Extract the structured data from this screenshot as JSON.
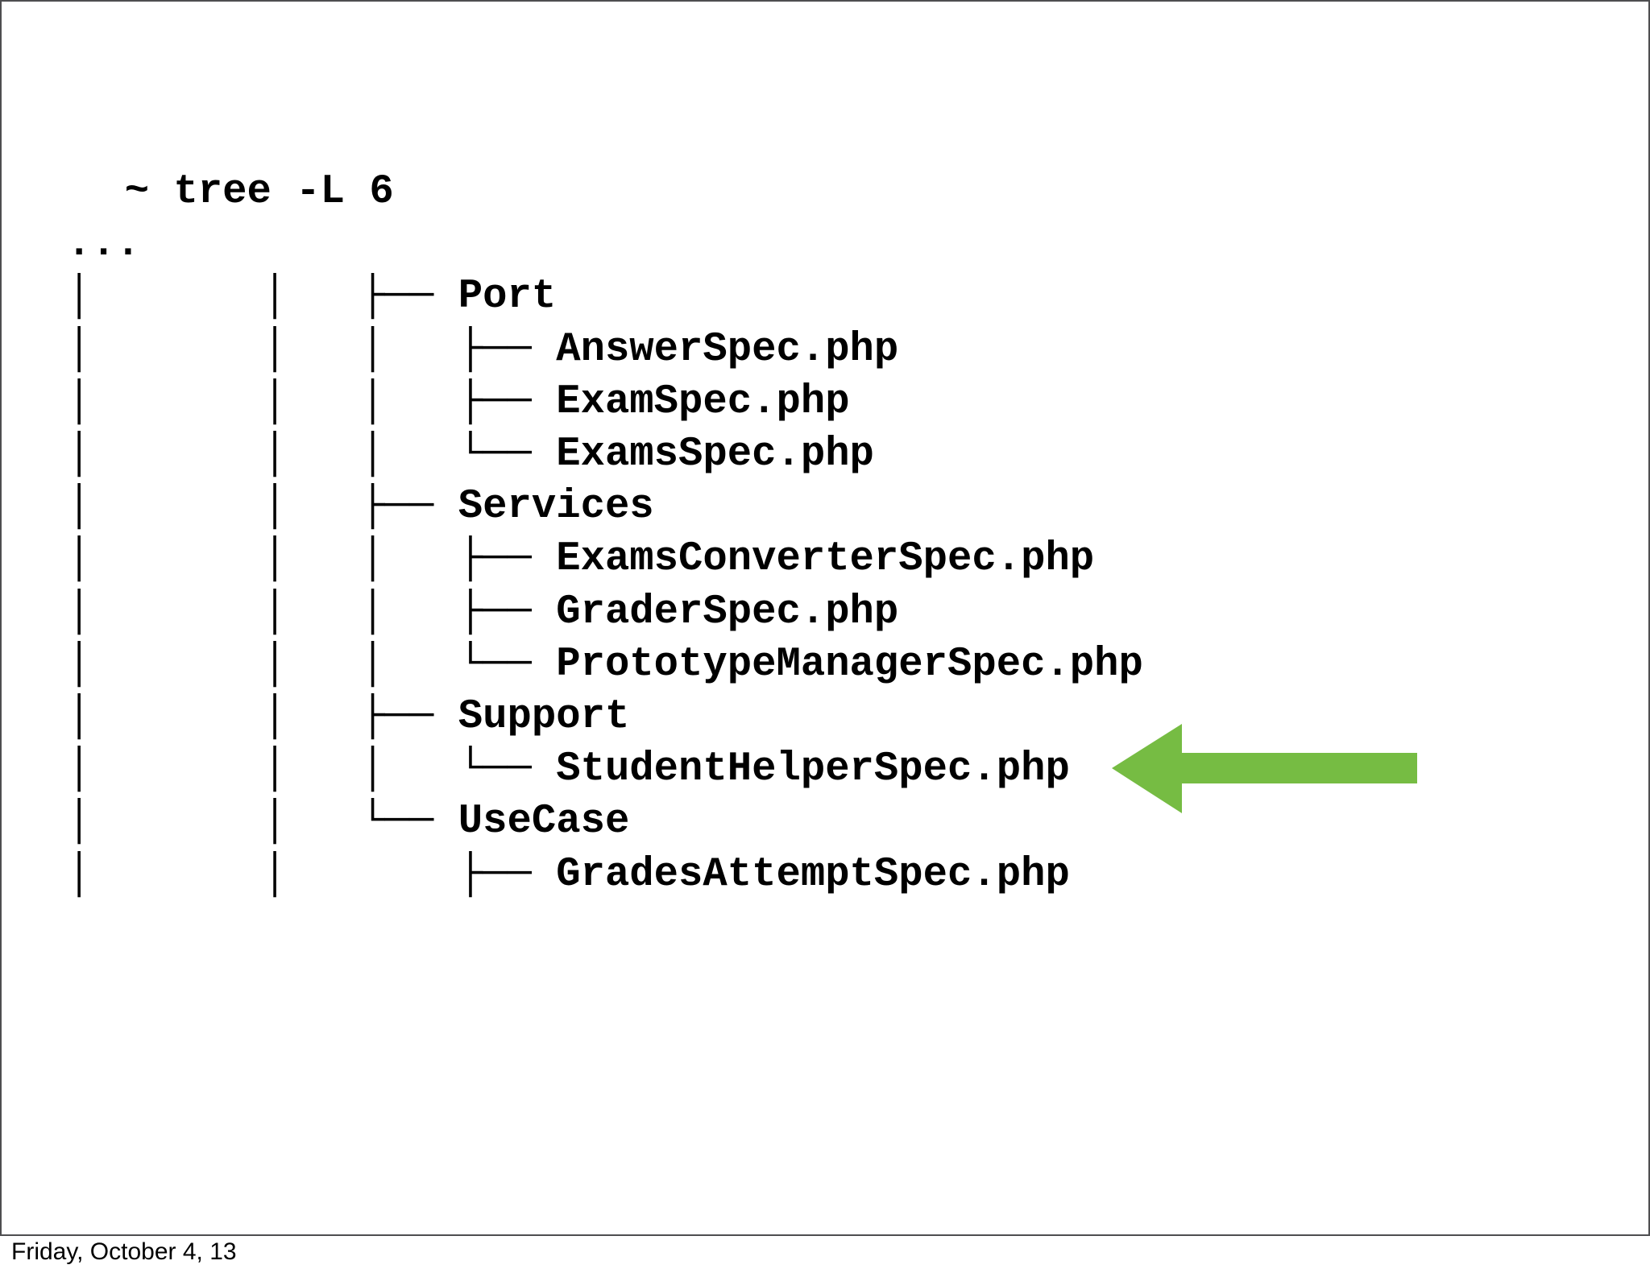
{
  "slide": {
    "terminal": {
      "prompt_line": "  ~ tree -L 6",
      "ellipsis_line": "...",
      "tree_lines": [
        "│       │   ├── Port",
        "│       │   │   ├── AnswerSpec.php",
        "│       │   │   ├── ExamSpec.php",
        "│       │   │   └── ExamsSpec.php",
        "│       │   ├── Services",
        "│       │   │   ├── ExamsConverterSpec.php",
        "│       │   │   ├── GraderSpec.php",
        "│       │   │   └── PrototypeManagerSpec.php",
        "│       │   ├── Support",
        "│       │   │   └── StudentHelperSpec.php",
        "│       │   └── UseCase",
        "│       │       ├── GradesAttemptSpec.php"
      ]
    },
    "arrow": {
      "direction": "left",
      "color": "#76BC43",
      "target_label": "StudentHelperSpec.php"
    },
    "footer": {
      "date": "Friday, October 4, 13"
    }
  }
}
